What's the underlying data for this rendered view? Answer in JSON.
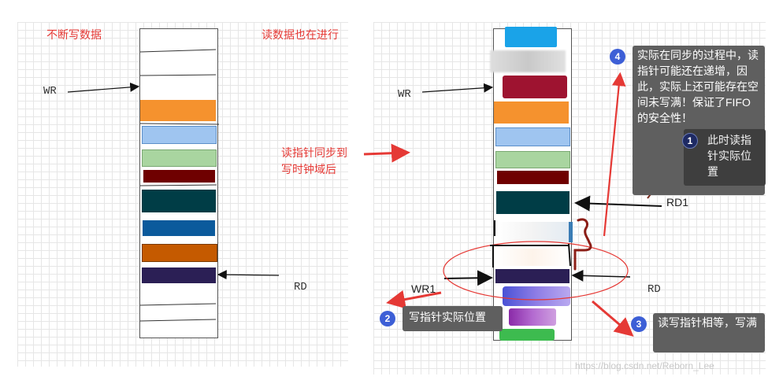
{
  "left_panel": {
    "label_writing": "不断写数据",
    "label_reading": "读数据也在进行",
    "wr": "WR",
    "rd": "RD"
  },
  "middle": {
    "sync_line1": "读指针同步到",
    "sync_line2": "写时钟域后"
  },
  "right_panel": {
    "wr": "WR",
    "rd1": "RD1",
    "wr1": "WR1",
    "rd": "RD"
  },
  "annotations": [
    {
      "num": "4",
      "text": "实际在同步的过程中，读指针可能还在递增，因此，实际上还可能存在空间未写满！保证了FIFO的安全性！"
    },
    {
      "num": "1",
      "text": "此时读指针实际位置"
    },
    {
      "num": "2",
      "text": "写指针实际位置"
    },
    {
      "num": "3",
      "text": "读写指针相等，写满"
    }
  ],
  "watermark": "https://blog.csdn.net/Reborn_Lee",
  "colors": {
    "orange": "#f5922e",
    "light_blue": "#9fc5f0",
    "light_green": "#a9d5a0",
    "dark_red": "#6f0000",
    "dark_teal": "#003d46",
    "blue": "#0b5a9c",
    "brown_orange": "#c55a00",
    "indigo": "#2b1f55",
    "accent_red": "#e53935"
  }
}
